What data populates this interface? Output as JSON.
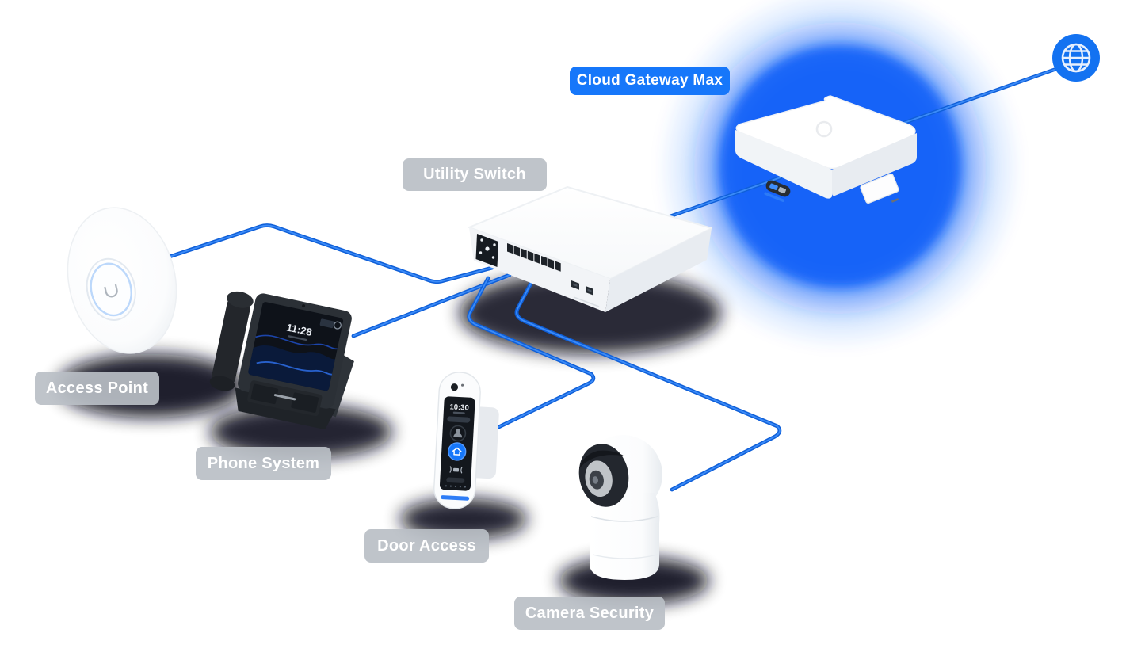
{
  "title": "Network topology diagram",
  "devices": {
    "internet": {
      "icon": "globe"
    },
    "cloud_gateway": {
      "label": "Cloud Gateway Max"
    },
    "utility_switch": {
      "label": "Utility Switch"
    },
    "access_point": {
      "label": "Access Point"
    },
    "phone_system": {
      "label": "Phone System",
      "screen_clock": "11:28"
    },
    "door_access": {
      "label": "Door Access",
      "screen_clock": "10:30"
    },
    "camera_security": {
      "label": "Camera Security"
    }
  },
  "colors": {
    "cable_blue_dark": "#0f5fd8",
    "cable_blue_light": "#3b8bf8",
    "accent_blue": "#1677fa",
    "glow_blue": "#1566fa",
    "label_gray": "#babfc5"
  }
}
